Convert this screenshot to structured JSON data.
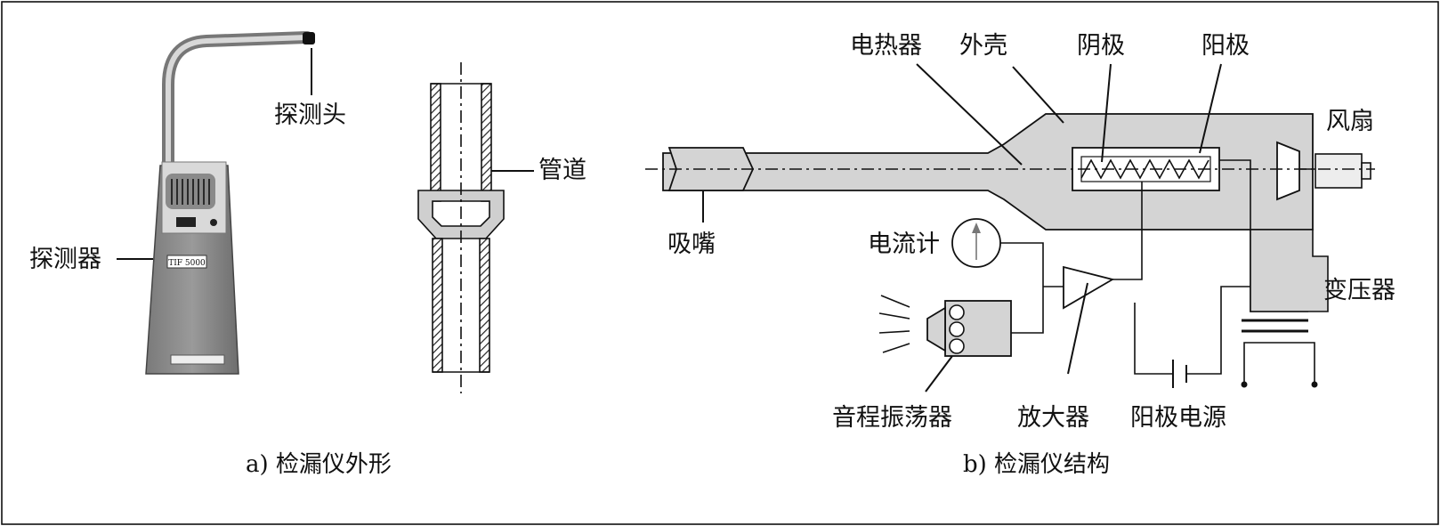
{
  "panel_a": {
    "caption": "a)  检漏仪外形",
    "labels": {
      "probe_head": "探测头",
      "detector": "探测器",
      "pipe": "管道"
    },
    "device_plate_text": "TIF 5000"
  },
  "panel_b": {
    "caption": "b)  检漏仪结构",
    "labels": {
      "heater": "电热器",
      "housing": "外壳",
      "cathode": "阴极",
      "anode": "阳极",
      "fan": "风扇",
      "nozzle": "吸嘴",
      "ammeter": "电流计",
      "transformer": "变压器",
      "oscillator": "音程振荡器",
      "amplifier": "放大器",
      "anode_supply": "阳极电源"
    }
  },
  "colors": {
    "line": "#111111",
    "fill_gray": "#d9d9d9",
    "device_body": "#8c8c8c",
    "background": "#ffffff"
  }
}
